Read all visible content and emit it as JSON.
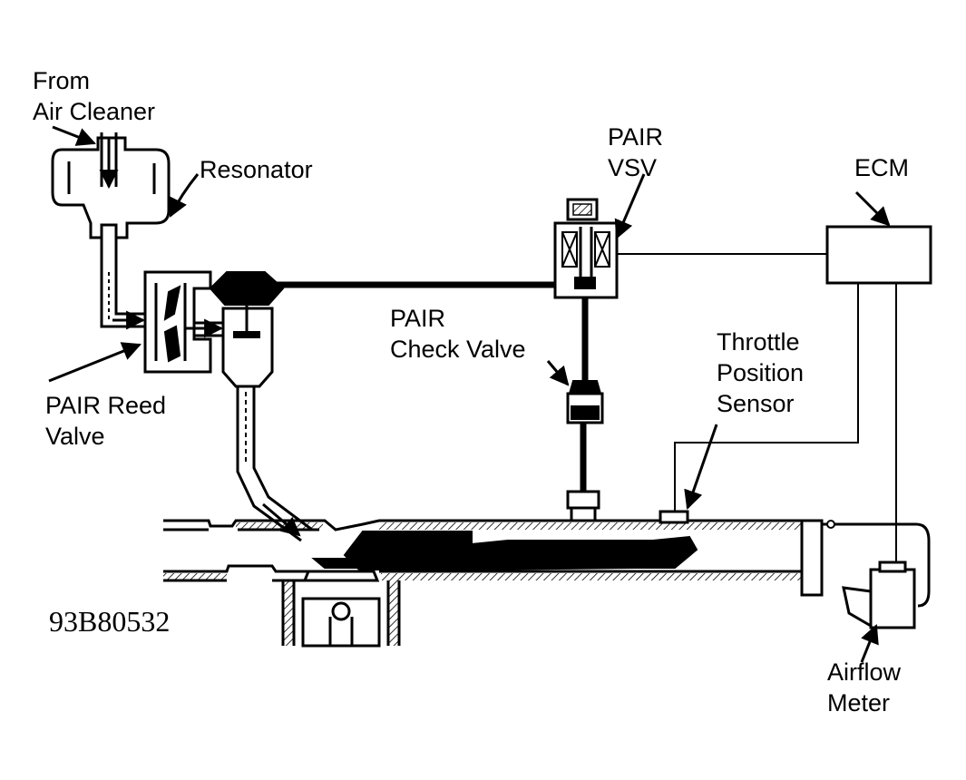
{
  "labels": {
    "from_air_cleaner_line1": "From",
    "from_air_cleaner_line2": "Air Cleaner",
    "resonator": "Resonator",
    "pair_reed_valve_line1": "PAIR Reed",
    "pair_reed_valve_line2": "Valve",
    "pair_vsv_line1": "PAIR",
    "pair_vsv_line2": "VSV",
    "ecm": "ECM",
    "pair_check_valve_line1": "PAIR",
    "pair_check_valve_line2": "Check Valve",
    "throttle_position_sensor_line1": "Throttle",
    "throttle_position_sensor_line2": "Position",
    "throttle_position_sensor_line3": "Sensor",
    "airflow_meter_line1": "Airflow",
    "airflow_meter_line2": "Meter",
    "figure_code": "93B80532"
  }
}
